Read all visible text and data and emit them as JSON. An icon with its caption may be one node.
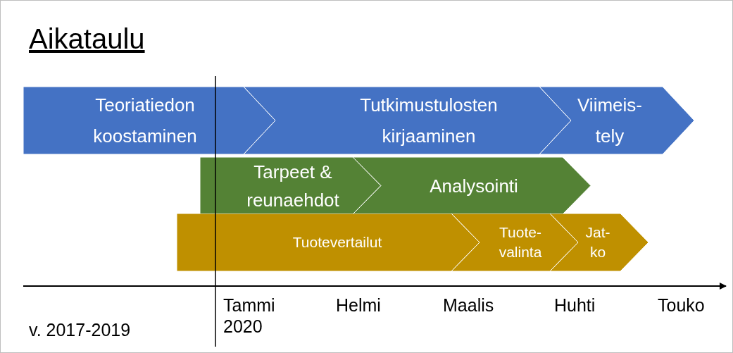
{
  "diagram": {
    "title": "Aikataulu",
    "nodes": [
      {
        "text": [
          "Teoriatiedon koostaminen"
        ]
      },
      {
        "text": [
          "Tutkimustulosten kirjaaminen"
        ]
      },
      {
        "text": [
          "Viimeis- tely"
        ]
      },
      {
        "text": [
          "Tarpeet & reunaehdot"
        ]
      },
      {
        "text": [
          "Analysointi"
        ]
      },
      {
        "text": [
          "Tuotevertailut"
        ]
      },
      {
        "text": [
          "Tuote- valinta"
        ]
      },
      {
        "text": [
          "Jat- ko"
        ]
      }
    ],
    "labels": [
      "Tammi 2020",
      "Helmi",
      "Maalis",
      "Huhti",
      "Touko",
      "v. 2017-2019"
    ]
  }
}
